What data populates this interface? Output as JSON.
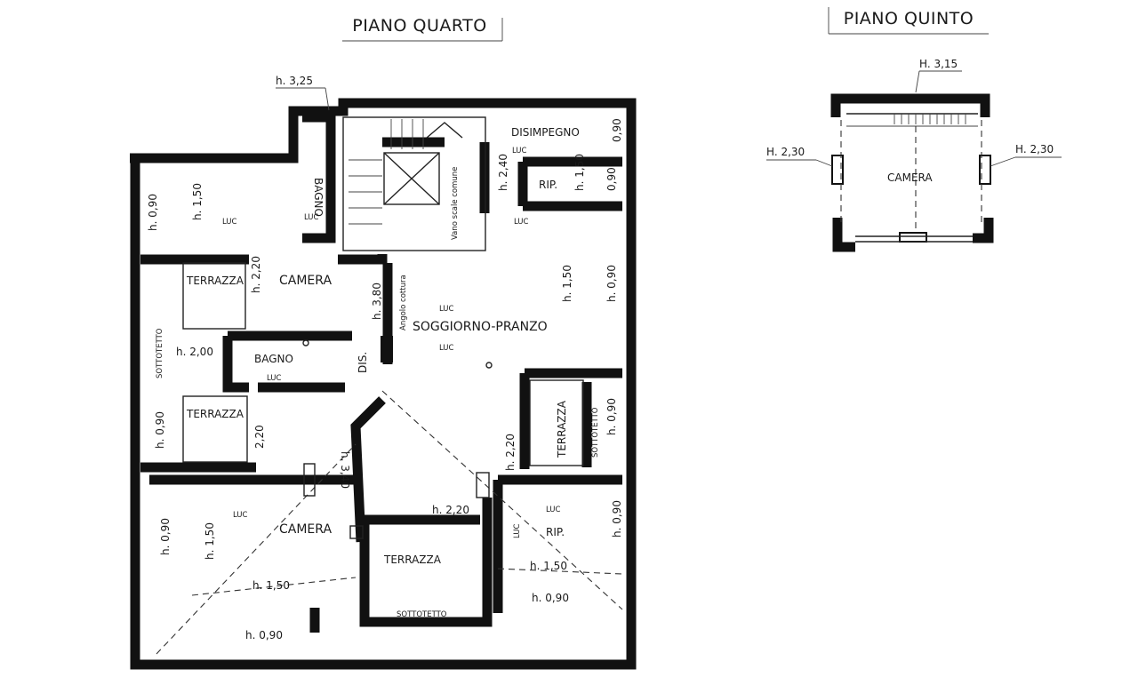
{
  "titles": {
    "fourth_floor": "PIANO QUARTO",
    "fifth_floor": "PIANO QUINTO"
  },
  "fourth_floor": {
    "h_top": "h. 3,25",
    "bagno_top": "BAGNO",
    "luc_bagno_top": "LUC",
    "disimpegno": "DISIMPEGNO",
    "luc_disimpegno": "LUC",
    "h_disimpegno_right": "0,90",
    "h_stair_2_40": "h. 2,40",
    "rip_top": "RIP.",
    "h_rip_1_50": "h. 1,50",
    "h_rip_0_90": "0,90",
    "vano_scale": "Vano scale comune",
    "luc_below_stairs": "LUC",
    "camera_nw_h090": "h. 0,90",
    "camera_nw_h150": "h. 1,50",
    "luc_camera_nw": "LUC",
    "h_2_20_a": "h. 2,20",
    "terrazza_1": "TERRAZZA",
    "camera_1": "CAMERA",
    "h_3_80": "h. 3,80",
    "angolo_cottura": "Angolo cottura",
    "luc_soggiorno": "LUC",
    "soggiorno": "SOGGIORNO-PRANZO",
    "luc_soggiorno_2": "LUC",
    "h_1_50_sogg": "h. 1,50",
    "h_0_90_sogg": "h. 0,90",
    "sottotetto_left": "SOTTOTETTO",
    "h_2_00": "h. 2,00",
    "bagno_2": "BAGNO",
    "luc_bagno_2": "LUC",
    "dis": "DIS.",
    "terrazza_2": "TERRAZZA",
    "h_0_90_left": "h. 0,90",
    "h_2_20_b": "2,20",
    "terrazza_3": "TERRAZZA",
    "sottotetto_right": "SOTTOTETTO",
    "h_0_90_right": "h. 0,90",
    "h_2_20_c": "h. 2,20",
    "h_3_40": "h. 3,40",
    "camera_2": "CAMERA",
    "luc_camera_2": "LUC",
    "h_0_90_sw": "h. 0,90",
    "h_1_50_sw": "h. 1,50",
    "h_2_20_d": "h. 2,20",
    "terrazza_4": "TERRAZZA",
    "luc_rip_2": "LUC",
    "luc_rip_2b": "LUC",
    "rip_2": "RIP.",
    "h_0_90_se": "h. 0,90",
    "h_1_50_se": "h. 1,50",
    "h_1_50_bottom": "h. 1,50",
    "h_0_90_bottom": "h. 0,90",
    "sottotetto_bottom": "SOTTOTETTO",
    "h_0_90_bottom_right": "h. 0,90"
  },
  "fifth_floor": {
    "h_3_15": "H. 3,15",
    "h_2_30_left": "H. 2,30",
    "h_2_30_right": "H. 2,30",
    "camera": "CAMERA"
  }
}
